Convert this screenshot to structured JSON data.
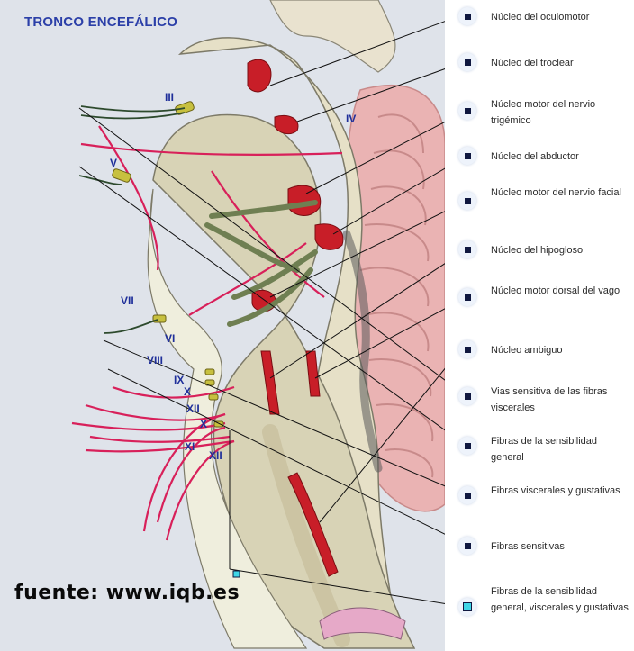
{
  "title": "TRONCO ENCEFÁLICO",
  "source": "fuente: www.iqb.es",
  "nerve_labels": [
    {
      "id": "III",
      "text": "III"
    },
    {
      "id": "IV",
      "text": "IV"
    },
    {
      "id": "V",
      "text": "V"
    },
    {
      "id": "VII",
      "text": "VII"
    },
    {
      "id": "VI",
      "text": "VI"
    },
    {
      "id": "VIII",
      "text": "VIII"
    },
    {
      "id": "IX",
      "text": "IX"
    },
    {
      "id": "X1",
      "text": "X"
    },
    {
      "id": "XII1",
      "text": "XII"
    },
    {
      "id": "X2",
      "text": "X"
    },
    {
      "id": "XI",
      "text": "XI"
    },
    {
      "id": "XII2",
      "text": "XII"
    }
  ],
  "legend": [
    {
      "text": "Núcleo del oculomotor"
    },
    {
      "text": "Núcleo del troclear"
    },
    {
      "text": "Núcleo motor del nervio trigémico"
    },
    {
      "text": "Núcleo del abductor"
    },
    {
      "text": "Núcleo motor del nervio facial"
    },
    {
      "text": "Núcleo del hipogloso"
    },
    {
      "text": "Núcleo motor dorsal del vago"
    },
    {
      "text": "Núcleo ambiguo"
    },
    {
      "text": "Vias sensitiva de las fibras viscerales"
    },
    {
      "text": "Fibras de la sensibilidad general"
    },
    {
      "text": "Fibras viscerales y gustativas"
    },
    {
      "text": "Fibras sensitivas"
    },
    {
      "text": "Fibras de la sensibilidad general, viscerales y gustativas"
    }
  ],
  "colors": {
    "title": "#2b3fa8",
    "nerve_label": "#1f2f9a",
    "nucleus": "#c81e28",
    "fiber": "#d8205a",
    "background": "#dde3ee"
  }
}
